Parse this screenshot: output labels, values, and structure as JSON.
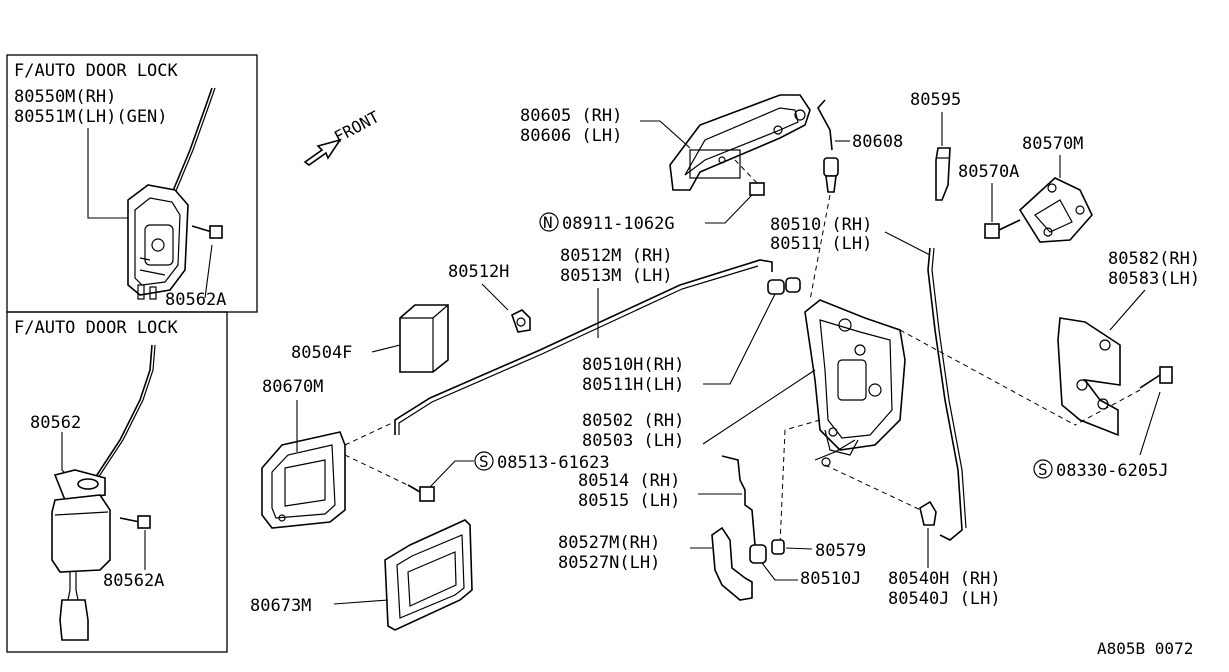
{
  "inset_top": {
    "title": "F/AUTO DOOR LOCK",
    "label_rh": "80550M(RH)",
    "label_lh": "80551M(LH)(GEN)",
    "label_screw": "80562A"
  },
  "inset_bottom": {
    "title": "F/AUTO DOOR LOCK",
    "label_actuator": "80562",
    "label_screw": "80562A"
  },
  "front_label": "FRONT",
  "labels": {
    "l80605": "80605 (RH)",
    "l80606": "80606 (LH)",
    "l80608": "80608",
    "l80595": "80595",
    "l80570M": "80570M",
    "l80570A": "80570A",
    "l08911_code": "08911-1062G",
    "l08911_sym": "N",
    "l80510": "80510 (RH)",
    "l80511": "80511 (LH)",
    "l80512H": "80512H",
    "l80512M": "80512M (RH)",
    "l80513M": "80513M (LH)",
    "l80582": "80582(RH)",
    "l80583": "80583(LH)",
    "l80504F": "80504F",
    "l80510H": "80510H(RH)",
    "l80511H": "80511H(LH)",
    "l80670M": "80670M",
    "l80502": "80502 (RH)",
    "l80503": "80503 (LH)",
    "l08513_code": "08513-61623",
    "l08513_sym": "S",
    "l80514": "80514 (RH)",
    "l80515": "80515 (LH)",
    "l08330_code": "08330-6205J",
    "l08330_sym": "S",
    "l80527M": "80527M(RH)",
    "l80527N": "80527N(LH)",
    "l80579": "80579",
    "l80510J": "80510J",
    "l80540H": "80540H (RH)",
    "l80540J": "80540J (LH)",
    "l80673M": "80673M"
  },
  "diagram_code": "A805B 0072"
}
